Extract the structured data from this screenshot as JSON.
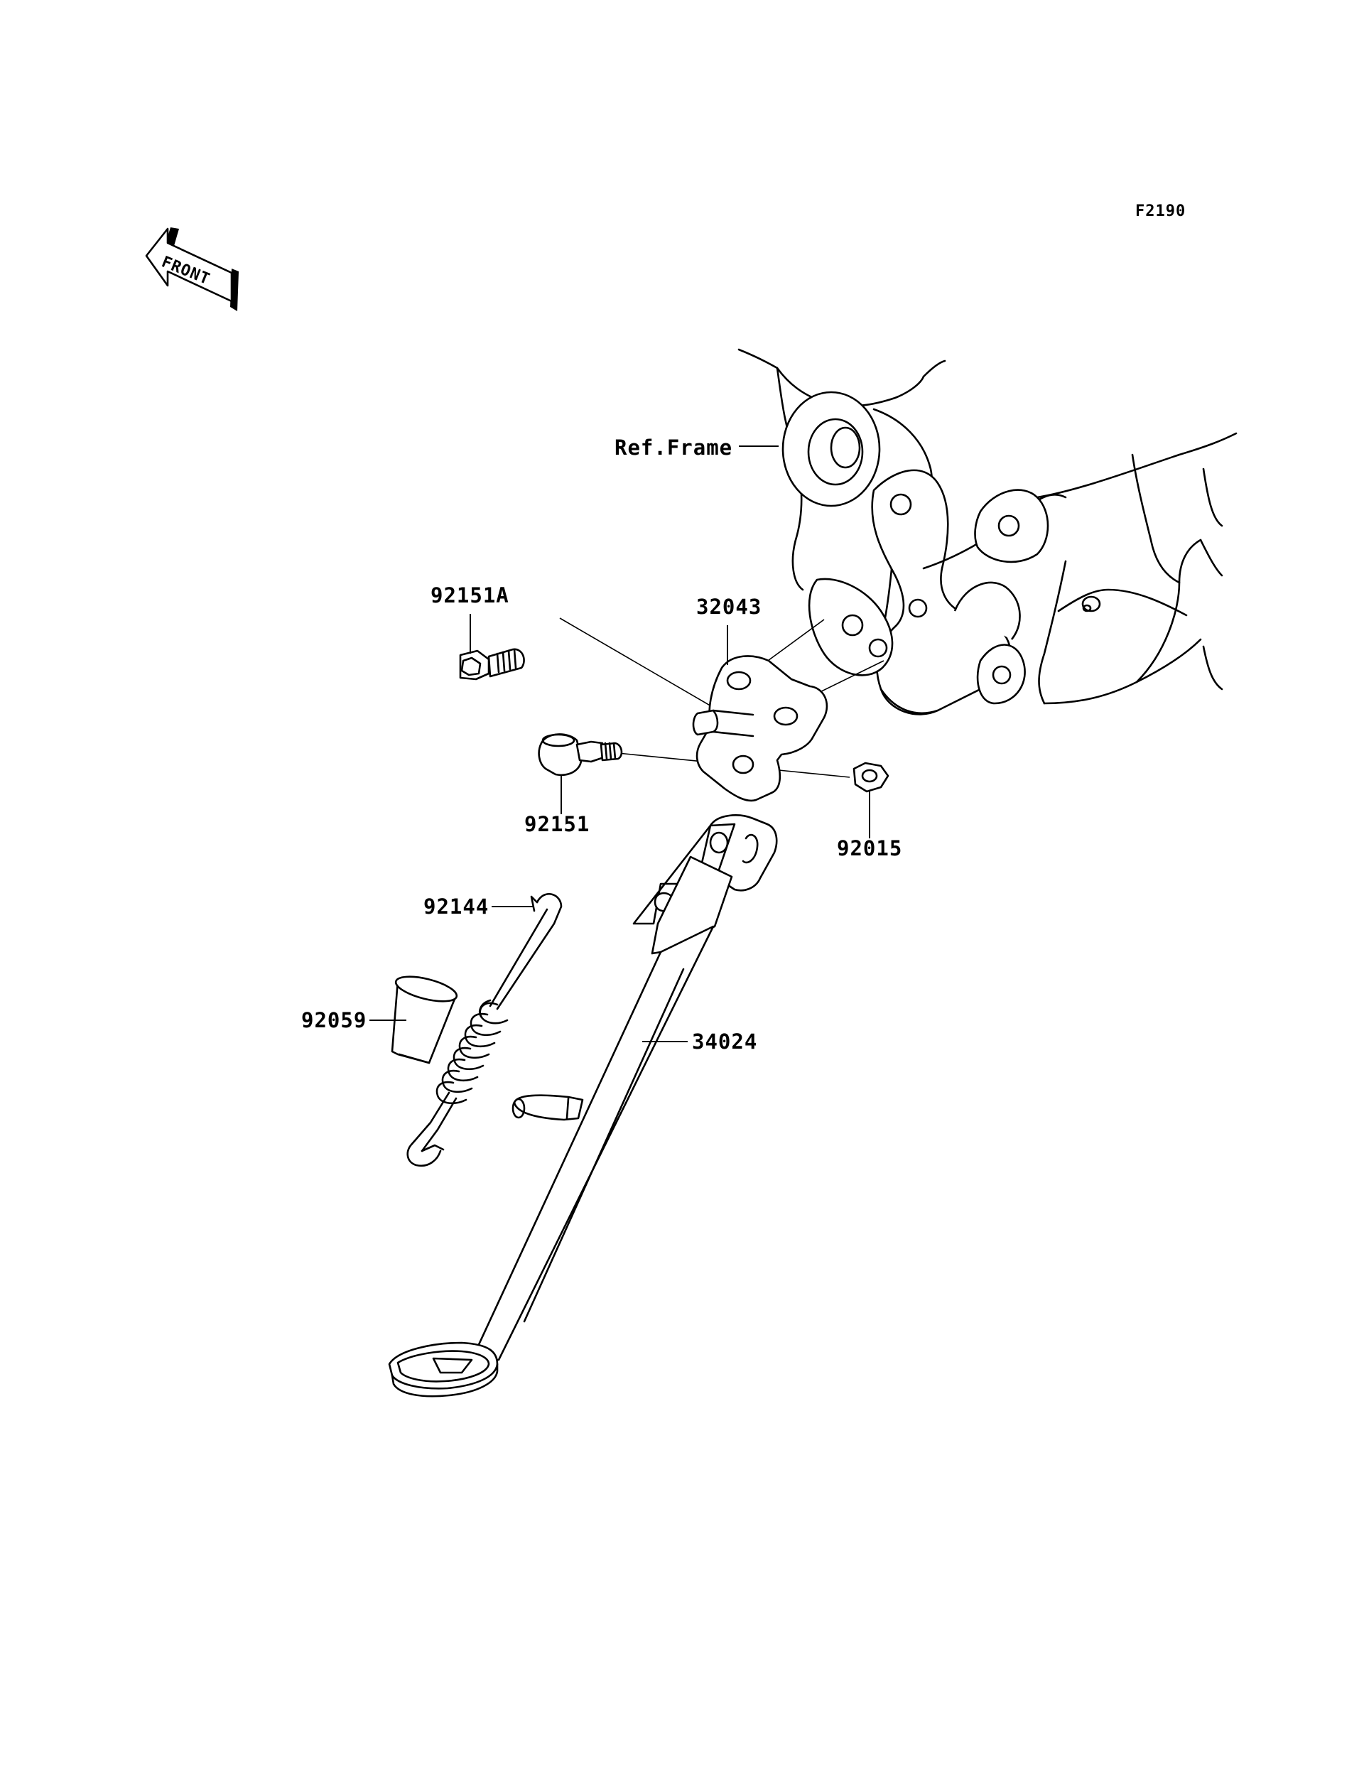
{
  "figure_code": "F2190",
  "front_arrow": {
    "text": "FRONT",
    "icon": "front-direction-arrow-icon"
  },
  "reference": {
    "frame": "Ref.Frame"
  },
  "parts": {
    "bolt_upper": "92151A",
    "bracket": "32043",
    "bolt_lower": "92151",
    "nut": "92015",
    "spring": "92144",
    "collar": "92059",
    "side_stand": "34024"
  }
}
